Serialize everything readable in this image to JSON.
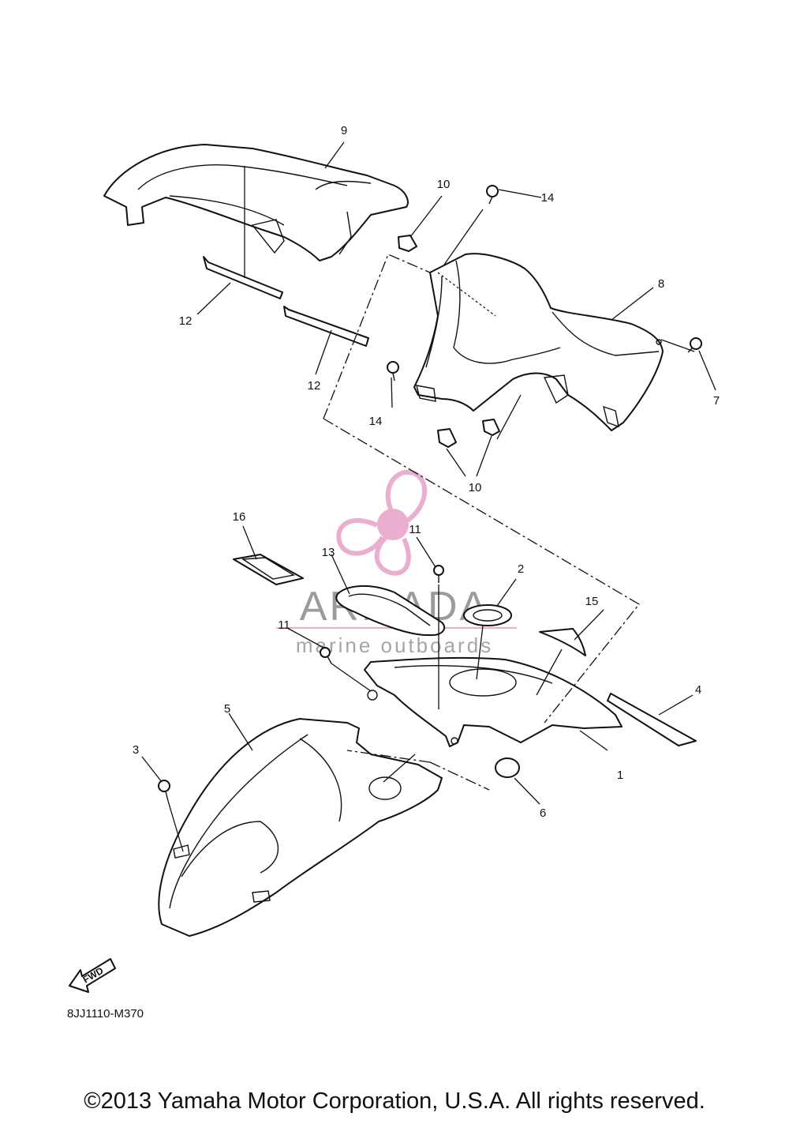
{
  "part_labels": [
    "1",
    "2",
    "3",
    "4",
    "5",
    "6",
    "7",
    "8",
    "9",
    "10",
    "10",
    "11",
    "11",
    "12",
    "12",
    "13",
    "14",
    "14",
    "15",
    "16"
  ],
  "fwd_label": "FWD",
  "drawing_code": "8JJ1110-M370",
  "watermark": {
    "brand": "ARMADA",
    "tagline": "marine outboards",
    "accent_color": "#e8a6c9"
  },
  "copyright": "©2013 Yamaha Motor Corporation, U.S.A. All rights reserved."
}
